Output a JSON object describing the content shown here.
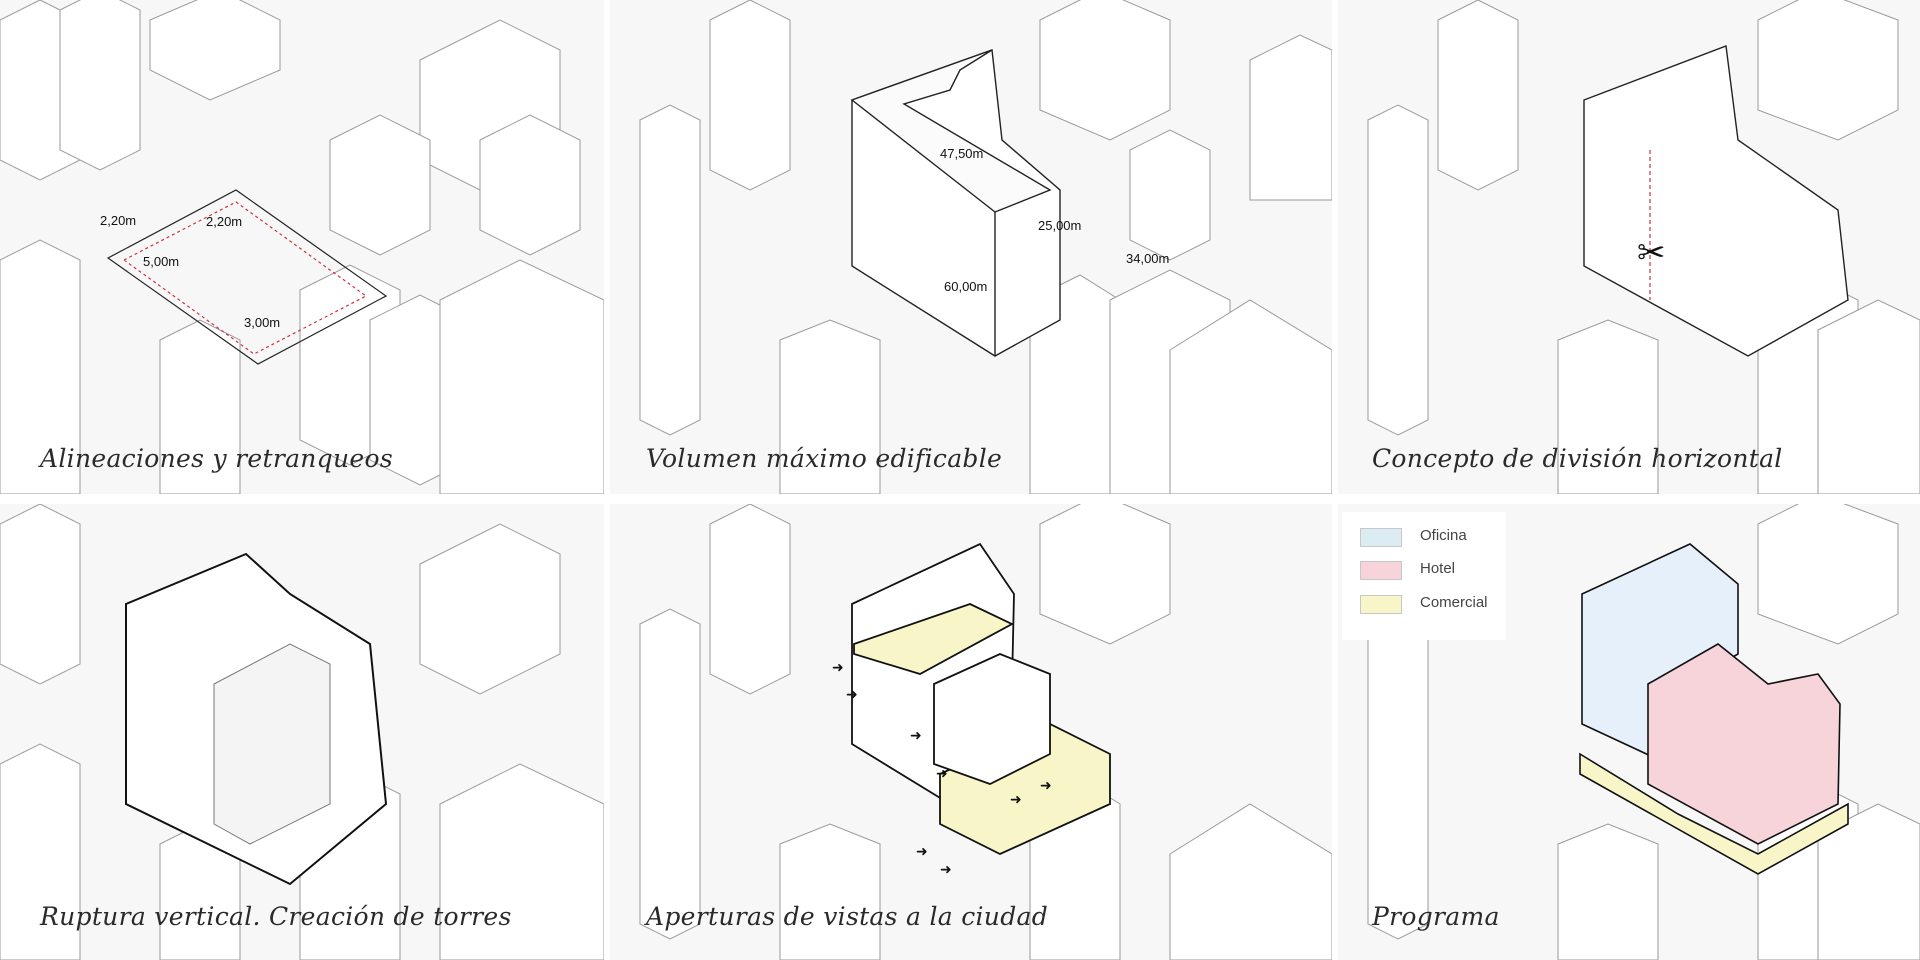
{
  "panels": [
    {
      "caption": "Alineaciones y retranqueos",
      "dimensions": [
        "2,20m",
        "2,20m",
        "5,00m",
        "3,00m"
      ]
    },
    {
      "caption": "Volumen máximo edificable",
      "dimensions": [
        "47,50m",
        "25,00m",
        "34,00m",
        "60,00m"
      ]
    },
    {
      "caption": "Concepto de división horizontal"
    },
    {
      "caption": "Ruptura vertical. Creación de torres"
    },
    {
      "caption": "Aperturas de vistas a la ciudad"
    },
    {
      "caption": "Programa"
    }
  ],
  "legend": [
    {
      "label": "Oficina",
      "color": "#dcecf3"
    },
    {
      "label": "Hotel",
      "color": "#f7d4da"
    },
    {
      "label": "Comercial",
      "color": "#f8f6c9"
    }
  ],
  "colors": {
    "background": "#f7f7f7",
    "building_face": "#ffffff",
    "building_line": "#9a9a9a",
    "highlight_line": "#111111",
    "setback_line": "#cc3344",
    "commercial_fill": "#f8f6c9",
    "hotel_fill": "#f7d4da",
    "office_fill": "#e6f0fa"
  },
  "icons": [
    "scissors-icon",
    "arrow-icon"
  ]
}
